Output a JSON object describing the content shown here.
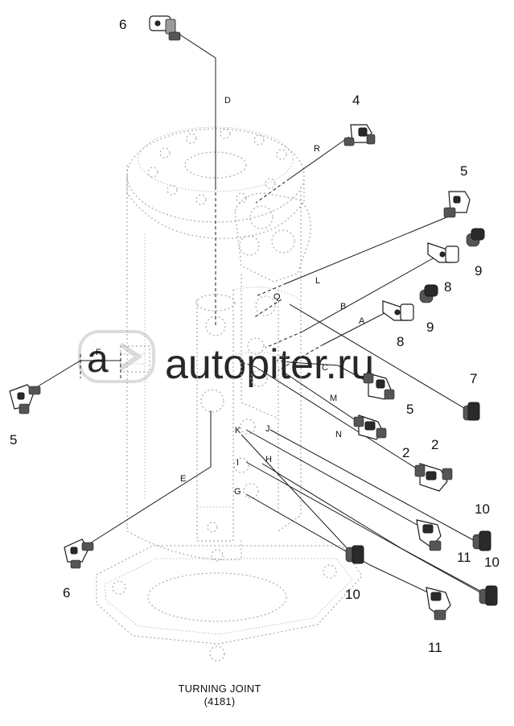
{
  "diagram": {
    "caption_line1": "TURNING JOINT",
    "caption_line2": "(4181)",
    "watermark": "autopiter.ru"
  },
  "callouts": [
    {
      "id": "c6a",
      "text": "6"
    },
    {
      "id": "c4",
      "text": "4"
    },
    {
      "id": "c5a",
      "text": "5"
    },
    {
      "id": "c9a",
      "text": "9"
    },
    {
      "id": "c8a",
      "text": "8"
    },
    {
      "id": "c9b",
      "text": "9"
    },
    {
      "id": "c8b",
      "text": "8"
    },
    {
      "id": "c7",
      "text": "7"
    },
    {
      "id": "c5b",
      "text": "5"
    },
    {
      "id": "c5c",
      "text": "5"
    },
    {
      "id": "c2a",
      "text": "2"
    },
    {
      "id": "c2b",
      "text": "2"
    },
    {
      "id": "c10a",
      "text": "10"
    },
    {
      "id": "c11a",
      "text": "11"
    },
    {
      "id": "c10b",
      "text": "10"
    },
    {
      "id": "c10c",
      "text": "10"
    },
    {
      "id": "c11b",
      "text": "11"
    },
    {
      "id": "c6b",
      "text": "6"
    }
  ],
  "port_letters": [
    "D",
    "R",
    "L",
    "Q",
    "B",
    "A",
    "C",
    "M",
    "N",
    "F",
    "K",
    "J",
    "I",
    "H",
    "G",
    "E"
  ]
}
